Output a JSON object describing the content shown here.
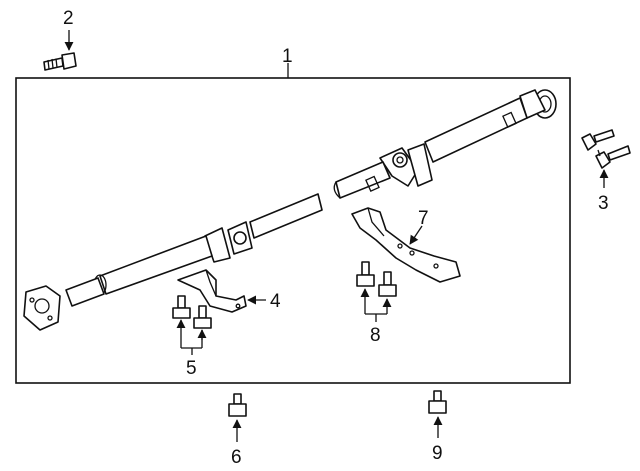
{
  "callouts": {
    "c1": "1",
    "c2": "2",
    "c3": "3",
    "c4": "4",
    "c5": "5",
    "c6": "6",
    "c7": "7",
    "c8": "8",
    "c9": "9"
  },
  "colors": {
    "ink": "#111111",
    "paper": "#ffffff"
  }
}
